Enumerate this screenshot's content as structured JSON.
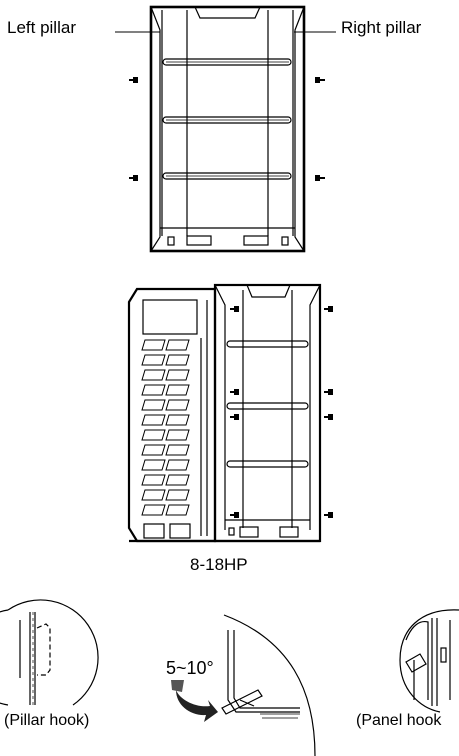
{
  "labels": {
    "left_pillar": "Left pillar",
    "right_pillar": "Right pillar",
    "model": "8-18HP",
    "angle": "5~10°",
    "pillar_hook": "(Pillar hook)",
    "panel_hook": "(Panel hook"
  },
  "colors": {
    "line": "#000000",
    "arrow": "#222222",
    "background": "#ffffff"
  },
  "figures": [
    "unit-frame-top-view",
    "unit-frame-with-panel-view",
    "pillar-hook-detail",
    "tilt-angle-detail",
    "panel-hook-detail"
  ]
}
